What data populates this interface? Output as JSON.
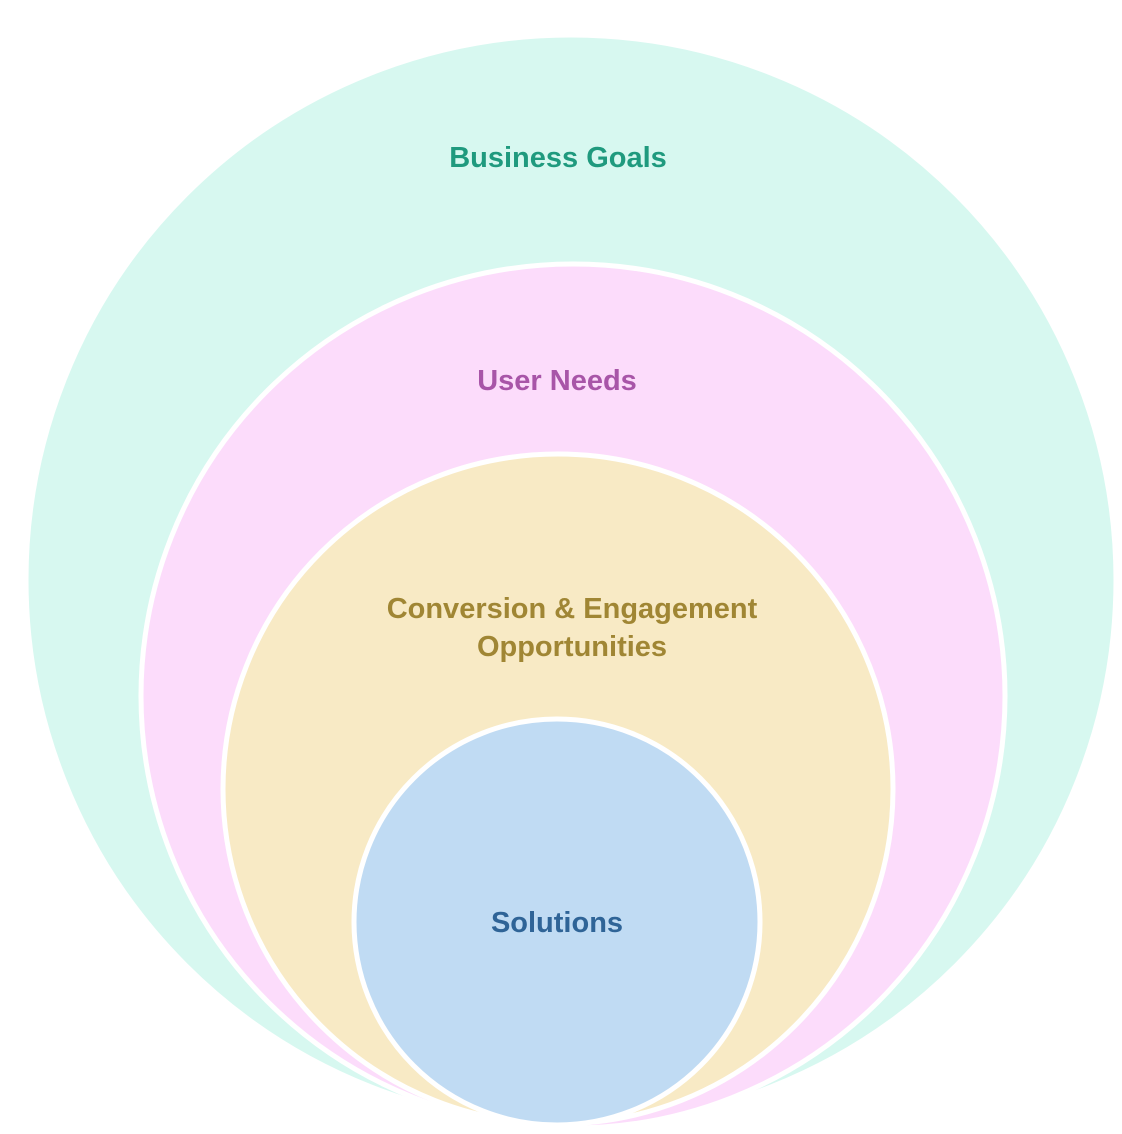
{
  "diagram": {
    "layers": [
      {
        "label": "Business Goals",
        "fill": "#d7f8f0",
        "text_color": "#1f9a7e"
      },
      {
        "label": "User Needs",
        "fill": "#fcdcfb",
        "text_color": "#a855a8"
      },
      {
        "label_line1": "Conversion & Engagement",
        "label_line2": "Opportunities",
        "fill": "#f8eac5",
        "text_color": "#a08634"
      },
      {
        "label": "Solutions",
        "fill": "#c0dbf3",
        "text_color": "#2f6497"
      }
    ]
  }
}
